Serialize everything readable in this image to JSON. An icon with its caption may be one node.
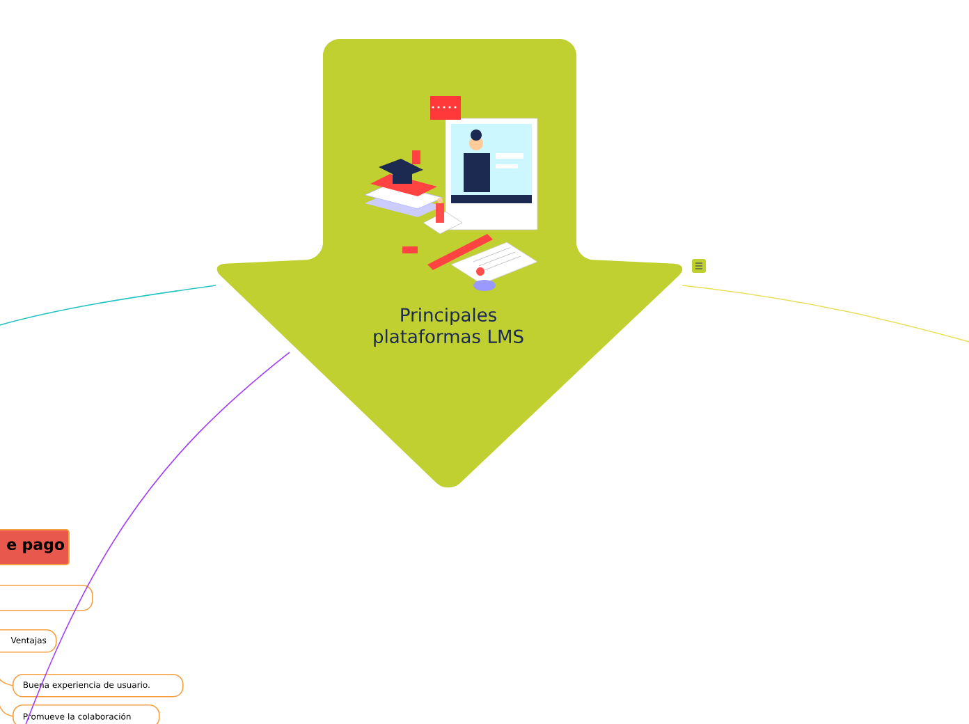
{
  "diagram": {
    "nodes": [
      {
        "text": [
          "Principales plataformas LMS"
        ]
      },
      {
        "text": [
          "e pago"
        ]
      },
      {
        "text": [],
        "shape": "box"
      },
      {
        "text": [
          "Ventajas"
        ]
      },
      {
        "text": [
          "Buena experiencia de usuario."
        ]
      },
      {
        "text": [
          "Promueve la colaboración"
        ]
      }
    ],
    "edges": [
      {
        "from": 0,
        "to": null,
        "arrow": "none",
        "color": "#22c3c3"
      },
      {
        "from": 0,
        "to": null,
        "arrow": "none",
        "color": "#e8e05a"
      },
      {
        "from": 0,
        "to": null,
        "arrow": "none",
        "color": "#a23cf5"
      },
      {
        "from": 3,
        "to": 4,
        "arrow": "none"
      },
      {
        "from": 3,
        "to": 5,
        "arrow": "none"
      }
    ]
  }
}
